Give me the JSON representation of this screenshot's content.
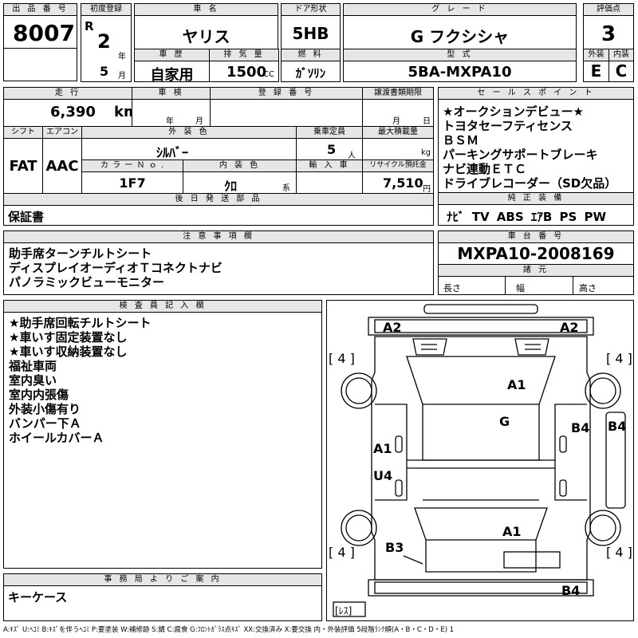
{
  "header": {
    "lot_no": {
      "label": "出 品 番 号",
      "value": "8007"
    },
    "first_reg": {
      "label": "初度登録",
      "era": "R",
      "year": "2",
      "year_unit": "年",
      "month": "5",
      "month_unit": "月"
    },
    "car_name": {
      "label": "車 名",
      "value": "ヤリス"
    },
    "door": {
      "label": "ドア形状",
      "value": "5HB"
    },
    "grade": {
      "label": "グ レ ー ド",
      "value": "G フクシシャ"
    },
    "score": {
      "label": "評価点",
      "value": "3"
    },
    "history": {
      "label": "車 歴",
      "value": "自家用"
    },
    "displacement": {
      "label": "排 気 量",
      "value": "1500",
      "unit": "CC"
    },
    "fuel": {
      "label": "燃 料",
      "value": "ｶﾞｿﾘﾝ"
    },
    "model": {
      "label": "型 式",
      "value": "5BA-MXPA10"
    },
    "exterior": {
      "label": "外装",
      "value": "E"
    },
    "interior": {
      "label": "内装",
      "value": "C"
    }
  },
  "row2": {
    "mileage": {
      "label": "走 行",
      "value": "6,390",
      "unit": "km"
    },
    "inspection": {
      "label": "車 検",
      "year_unit": "年",
      "month_unit": "月"
    },
    "reg_no": {
      "label": "登 録 番 号"
    },
    "transfer": {
      "label": "譲渡書類期限",
      "month_unit": "月",
      "day_unit": "日"
    },
    "shift": {
      "label": "シフト",
      "value": "FAT"
    },
    "aircon": {
      "label": "エアコン",
      "value": "AAC"
    },
    "color": {
      "label": "外 装 色",
      "value": "ｼﾙﾊﾞｰ"
    },
    "capacity": {
      "label": "乗車定員",
      "value": "5",
      "unit": "人"
    },
    "load": {
      "label": "最大積載量",
      "unit": "kg"
    },
    "color_no": {
      "label": "カ ラ ー Ｎ ｏ .",
      "value": "1F7"
    },
    "int_color": {
      "label": "内 装 色",
      "value": "ｸﾛ",
      "unit": "系"
    },
    "import": {
      "label": "輸 入 車"
    },
    "recycle": {
      "label": "リサイクル預託金",
      "value": "7,510",
      "unit": "円"
    },
    "later_parts": {
      "label": "後 日 発 送 部 品",
      "value": "保証書"
    }
  },
  "sales_points": {
    "label": "セ ー ル ス ポ イ ン ト",
    "items": [
      "★オークションデビュー★",
      "トヨタセーフティセンス",
      "ＢＳＭ",
      "パーキングサポートブレーキ",
      "ナビ連動ＥＴＣ",
      "ドライブレコーダー（SD欠品）"
    ]
  },
  "equipment": {
    "label": "純 正 装 備",
    "value": "ﾅﾋﾞ TV ABS ｴｱB PS PW"
  },
  "notes": {
    "label": "注 意 事 項 欄",
    "items": [
      "助手席ターンチルトシート",
      "ディスプレイオーディオＴコネクトナビ",
      "パノラミックビューモニター"
    ]
  },
  "chassis": {
    "label": "車 台 番 号",
    "value": "MXPA10-2008169",
    "specs_label": "諸 元",
    "length": "長さ",
    "width": "幅",
    "height": "高さ"
  },
  "inspector": {
    "label": "検 査 員 記 入 欄",
    "items": [
      "★助手席回転チルトシート",
      "★車いす固定装置なし",
      "★車いす収納装置なし",
      "福祉車両",
      "室内臭い",
      "室内内張傷",
      "外装小傷有り",
      "バンパー下Ａ",
      "ホイールカバーＡ"
    ]
  },
  "office": {
    "label": "事 務 局 よ り ご 案 内",
    "value": "キーケース"
  },
  "diagram": {
    "marks": [
      "A2",
      "A2",
      "A1",
      "G",
      "B4",
      "B4",
      "A1",
      "U4",
      "A1",
      "B3",
      "B4"
    ],
    "tires": [
      "[ 4 ]",
      "[ 4 ]",
      "[ 4 ]",
      "[ 4 ]"
    ],
    "spare": "[ﾚｽ]"
  },
  "legend": "A:ｷｽﾞ U:ﾍｺﾐ B:ｷｽﾞを伴うﾍｺﾐ P:要塗装 W:補修跡 S:錆 C:腐食 G:ﾌﾛﾝﾄｶﾞﾗｽ点ｷｽﾞ XX:交換済み X:要交換 内・外装評価 5段階ﾗﾝｸ順(A・B・C・D・E) 1"
}
